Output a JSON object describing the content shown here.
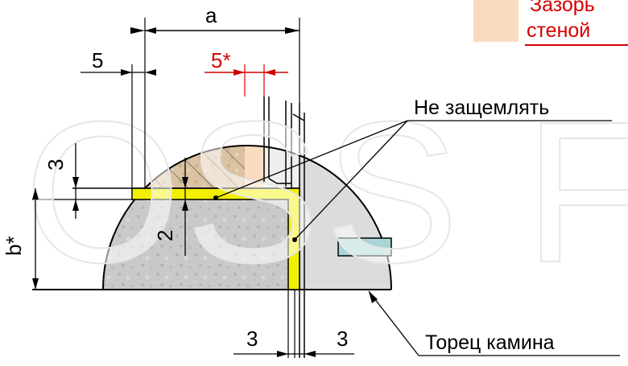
{
  "labels": {
    "dim_a": "a",
    "dim_5_left": "5",
    "dim_5_red": "5*",
    "dim_3_vertical": "3",
    "dim_2": "2",
    "dim_b": "b*",
    "dim_3_bottom_left": "3",
    "dim_3_bottom_right": "3",
    "no_clamp": "Не защемлять",
    "fireplace_end": "Торец камина",
    "legend_line1": "Зазорь",
    "legend_line2": "стеной"
  },
  "colors": {
    "red": "#d40000",
    "yellow": "#f2f000",
    "wood": "#dbc3a2",
    "concrete": "#c9c9c9",
    "panel": "#a9d5d6",
    "legend_swatch": "#f9dcbf",
    "white": "#ffffff"
  },
  "watermark": "OSS FIRE"
}
